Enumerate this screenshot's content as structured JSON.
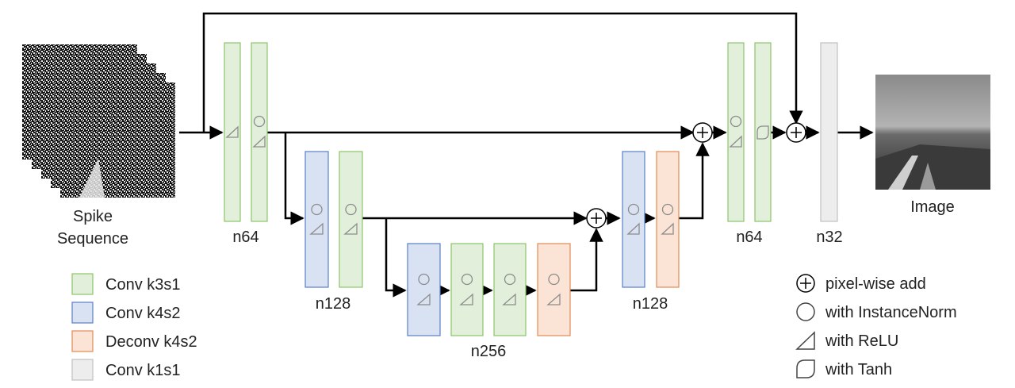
{
  "labels": {
    "input": [
      "Spike",
      "Sequence"
    ],
    "output": "Image"
  },
  "stage_labels": {
    "enc1": "n64",
    "enc2": "n128",
    "bottleneck": "n256",
    "dec2": "n128",
    "dec1": "n64",
    "final": "n32"
  },
  "legend_left": [
    {
      "label": "Conv k3s1",
      "color": "#e2efda",
      "border": "#8cc46a"
    },
    {
      "label": "Conv k4s2",
      "color": "#d9e2f3",
      "border": "#5b7fc6"
    },
    {
      "label": "Deconv k4s2",
      "color": "#fbe4d5",
      "border": "#e08c55"
    },
    {
      "label": "Conv k1s1",
      "color": "#ededed",
      "border": "#c0c0c0"
    }
  ],
  "legend_right": [
    {
      "icon": "plus-circle-icon",
      "label": "pixel-wise add"
    },
    {
      "icon": "circle-icon",
      "label": "with InstanceNorm"
    },
    {
      "icon": "triangle-icon",
      "label": "with ReLU"
    },
    {
      "icon": "tanh-icon",
      "label": "with Tanh"
    }
  ],
  "colors": {
    "conv_k3s1": "#e2efda",
    "conv_k4s2": "#d9e2f3",
    "deconv_k4s2": "#fbe4d5",
    "conv_k1s1": "#ededed",
    "arrow": "#000000",
    "symbol": "#8c8c8c"
  }
}
